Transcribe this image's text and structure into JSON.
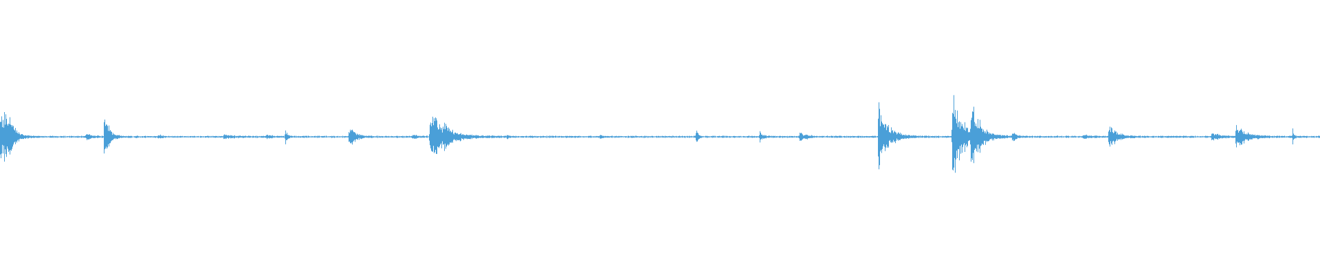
{
  "waveform": {
    "color": "#4a9fd8",
    "background": "#ffffff",
    "duration_s": 76.8,
    "amplitude_range": [
      -1,
      1
    ],
    "bursts": [
      {
        "t": 0.0,
        "peak": 0.22,
        "decay": 1.1
      },
      {
        "t": 0.25,
        "peak": 0.16,
        "decay": 0.8
      },
      {
        "t": 0.5,
        "peak": 0.12,
        "decay": 0.8
      },
      {
        "t": 5.0,
        "peak": 0.03,
        "decay": 1.0
      },
      {
        "t": 6.05,
        "peak": 0.26,
        "decay": 0.7
      },
      {
        "t": 9.2,
        "peak": 0.02,
        "decay": 0.5
      },
      {
        "t": 13.0,
        "peak": 0.015,
        "decay": 1.5
      },
      {
        "t": 15.5,
        "peak": 0.02,
        "decay": 0.6
      },
      {
        "t": 16.6,
        "peak": 0.07,
        "decay": 0.3
      },
      {
        "t": 20.3,
        "peak": 0.1,
        "decay": 0.9
      },
      {
        "t": 24.0,
        "peak": 0.025,
        "decay": 0.6
      },
      {
        "t": 25.0,
        "peak": 0.23,
        "decay": 2.3
      },
      {
        "t": 25.8,
        "peak": 0.06,
        "decay": 1.2
      },
      {
        "t": 29.5,
        "peak": 0.015,
        "decay": 0.4
      },
      {
        "t": 34.9,
        "peak": 0.03,
        "decay": 0.3
      },
      {
        "t": 40.5,
        "peak": 0.06,
        "decay": 0.3
      },
      {
        "t": 44.2,
        "peak": 0.04,
        "decay": 0.6
      },
      {
        "t": 46.5,
        "peak": 0.035,
        "decay": 1.1
      },
      {
        "t": 51.1,
        "peak": 0.28,
        "decay": 1.5
      },
      {
        "t": 55.4,
        "peak": 0.4,
        "decay": 1.8
      },
      {
        "t": 56.5,
        "peak": 0.25,
        "decay": 1.4
      },
      {
        "t": 58.9,
        "peak": 0.05,
        "decay": 0.5
      },
      {
        "t": 63.0,
        "peak": 0.02,
        "decay": 1.0
      },
      {
        "t": 64.5,
        "peak": 0.12,
        "decay": 1.2
      },
      {
        "t": 70.5,
        "peak": 0.03,
        "decay": 1.6
      },
      {
        "t": 71.9,
        "peak": 0.11,
        "decay": 1.6
      },
      {
        "t": 75.2,
        "peak": 0.07,
        "decay": 0.2
      }
    ],
    "noise_floor": 0.006
  }
}
